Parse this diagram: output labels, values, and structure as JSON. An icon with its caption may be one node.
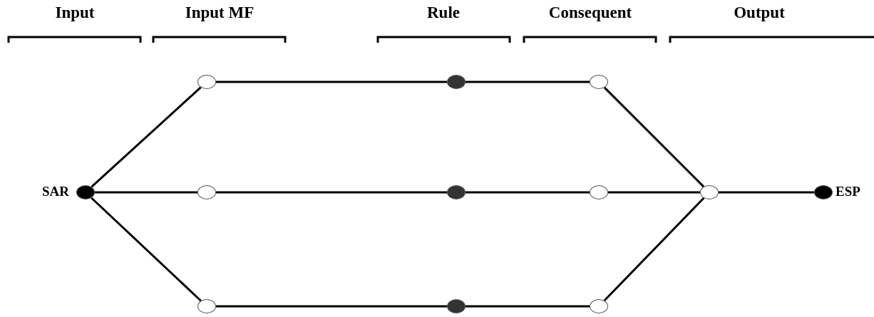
{
  "diagram": {
    "nodes": [
      {
        "text": [],
        "shape": "circle",
        "beside": [
          "SAR"
        ]
      },
      {
        "text": [],
        "shape": "circle"
      },
      {
        "text": [],
        "shape": "circle"
      },
      {
        "text": [],
        "shape": "circle"
      },
      {
        "text": [],
        "shape": "circle"
      },
      {
        "text": [],
        "shape": "circle"
      },
      {
        "text": [],
        "shape": "circle"
      },
      {
        "text": [],
        "shape": "circle"
      },
      {
        "text": [],
        "shape": "circle"
      },
      {
        "text": [],
        "shape": "circle"
      },
      {
        "text": [],
        "shape": "circle"
      },
      {
        "text": [],
        "shape": "circle",
        "beside": [
          "ESP"
        ]
      }
    ],
    "edges": [
      {
        "from": 0,
        "to": 1,
        "arrow": "none"
      },
      {
        "from": 0,
        "to": 2,
        "arrow": "none"
      },
      {
        "from": 0,
        "to": 3,
        "arrow": "none"
      },
      {
        "from": 1,
        "to": 4,
        "arrow": "none"
      },
      {
        "from": 2,
        "to": 5,
        "arrow": "none"
      },
      {
        "from": 3,
        "to": 6,
        "arrow": "none"
      },
      {
        "from": 4,
        "to": 7,
        "arrow": "none"
      },
      {
        "from": 5,
        "to": 8,
        "arrow": "none"
      },
      {
        "from": 6,
        "to": 9,
        "arrow": "none"
      },
      {
        "from": 7,
        "to": 10,
        "arrow": "none"
      },
      {
        "from": 8,
        "to": 10,
        "arrow": "none"
      },
      {
        "from": 9,
        "to": 10,
        "arrow": "none"
      },
      {
        "from": 10,
        "to": 11,
        "arrow": "none"
      }
    ],
    "labels": [
      "Input",
      "Input MF",
      "Rule",
      "Consequent",
      "Output"
    ]
  }
}
